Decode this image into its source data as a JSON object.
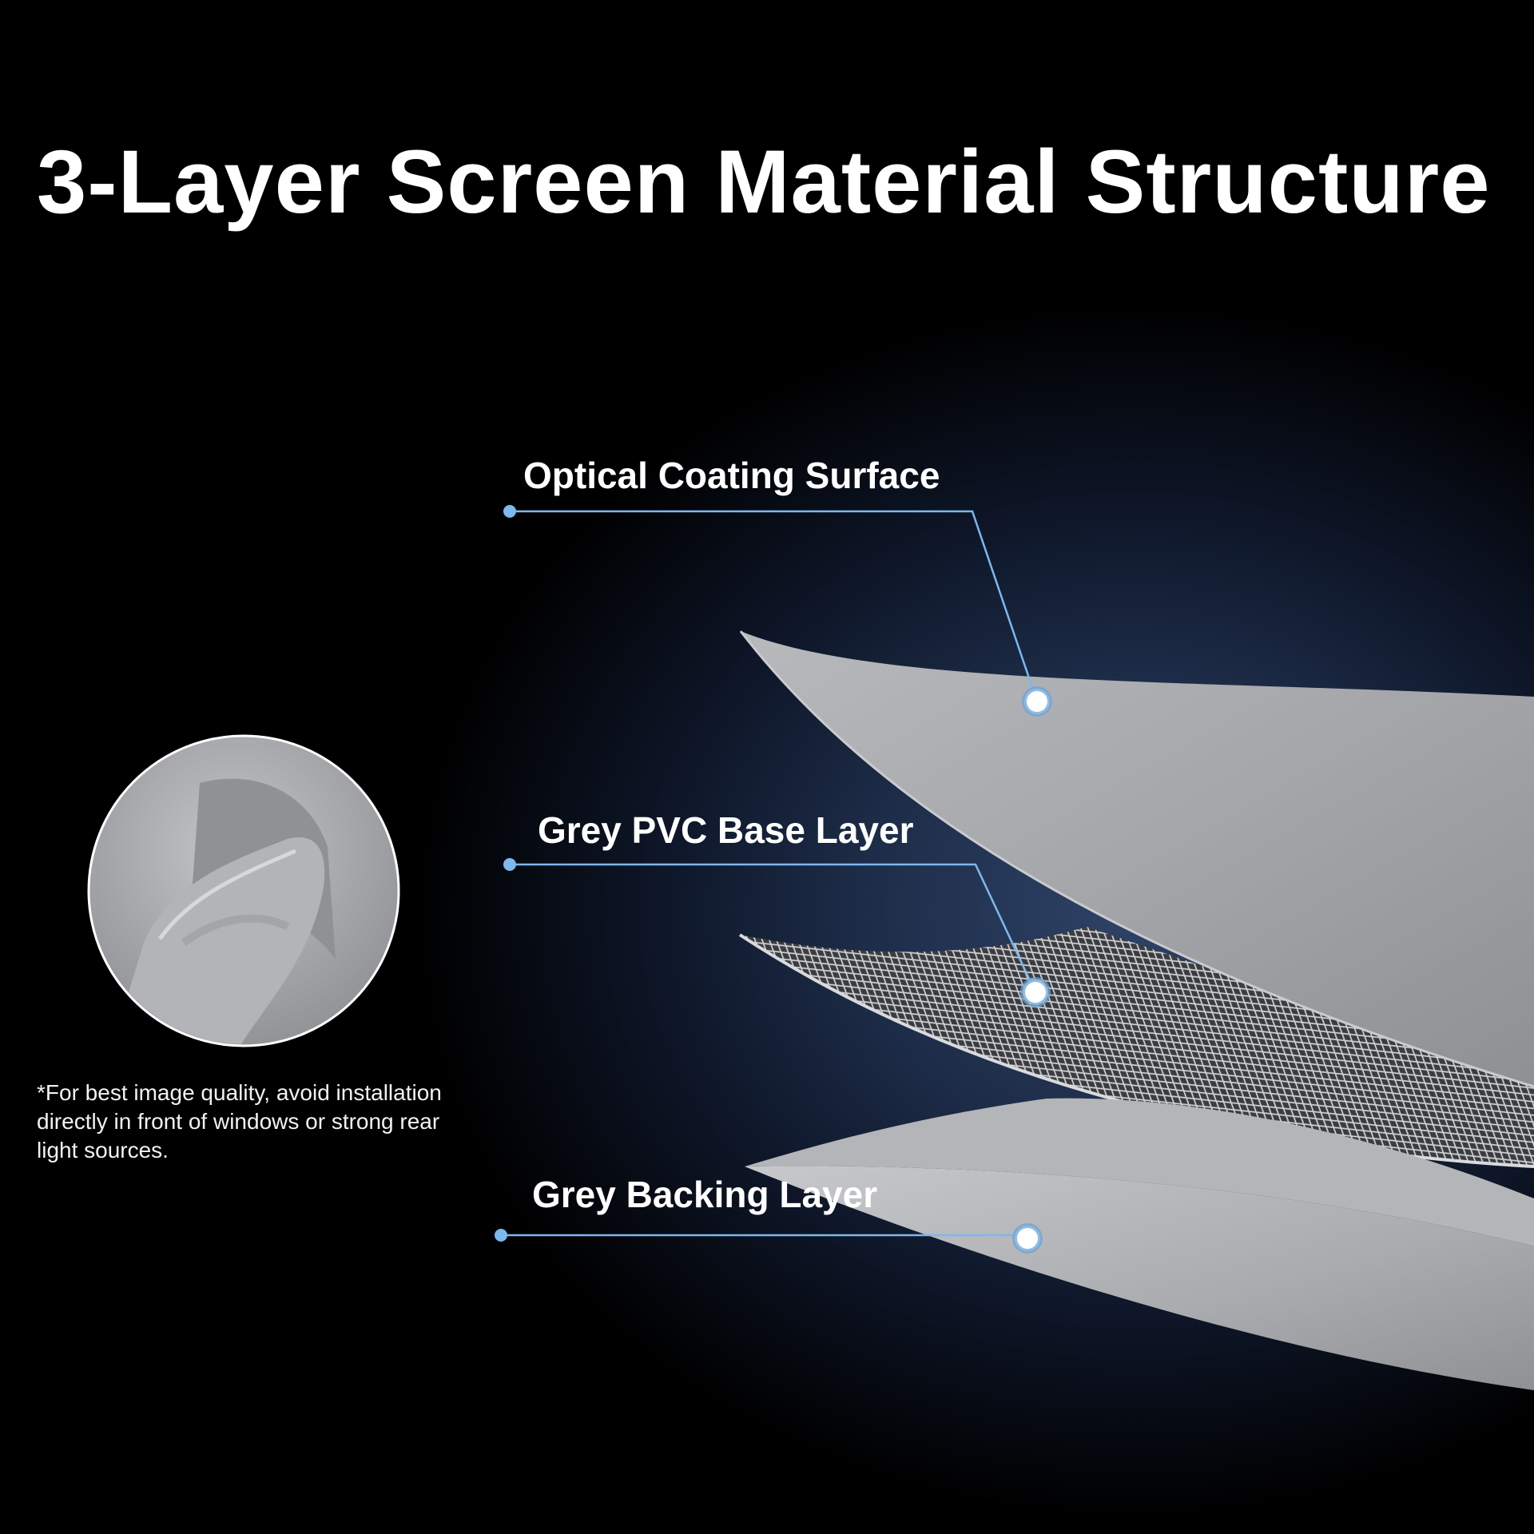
{
  "title": "3-Layer Screen Material Structure",
  "layers": [
    {
      "label": "Optical Coating Surface"
    },
    {
      "label": "Grey PVC Base Layer"
    },
    {
      "label": "Grey Backing Layer"
    }
  ],
  "note": "*For best image quality, avoid installation directly in front of windows or strong rear light sources.",
  "colors": {
    "background": "#000000",
    "glow": "#2f4367",
    "accent": "#7db8ee",
    "sheet": "#9ea0a3",
    "text": "#ffffff"
  }
}
